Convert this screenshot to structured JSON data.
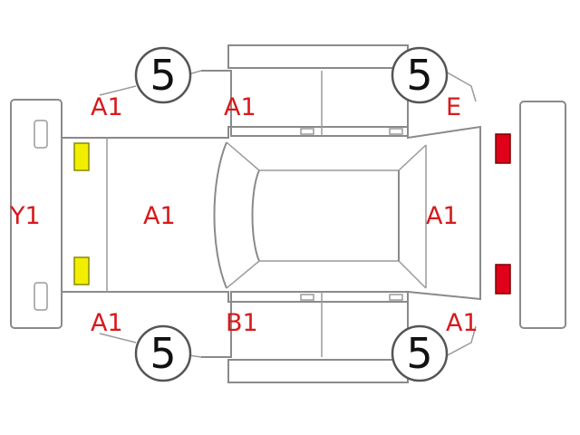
{
  "labels": {
    "front_left_corner": "A1",
    "front_left_door": "A1",
    "rear_right_corner": "E",
    "front_bumper": "Y1",
    "hood": "A1",
    "trunk": "A1",
    "left_front_lower": "A1",
    "left_rocker": "B1",
    "rear_left_lower": "A1"
  },
  "tires": {
    "front_left": "5",
    "rear_left": "5",
    "front_right": "5",
    "rear_right": "5"
  },
  "colors": {
    "front_lights": "#f2ee00",
    "rear_lights": "#e0001a",
    "label_text": "#d8191c"
  }
}
